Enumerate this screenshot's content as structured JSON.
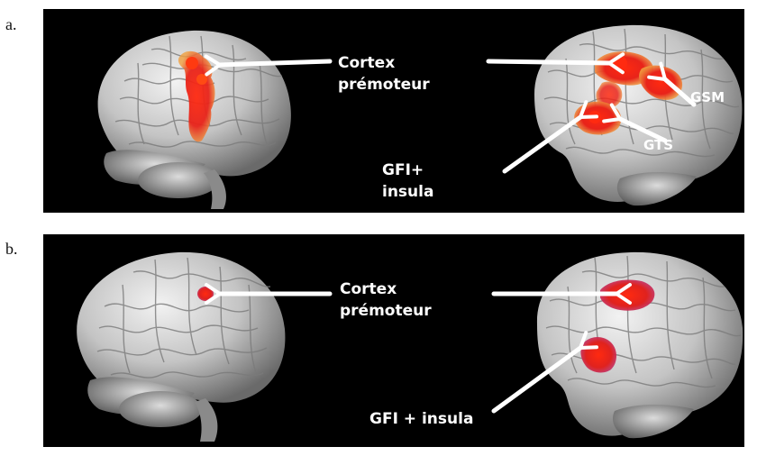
{
  "figure": {
    "panels": [
      {
        "letter": "a.",
        "labels": {
          "premotor_line1": "Cortex",
          "premotor_line2": "prémoteur",
          "ifg_line1": "GFI+",
          "ifg_line2": "insula",
          "gts": "GTS",
          "gsm": "GSM"
        }
      },
      {
        "letter": "b.",
        "labels": {
          "premotor_line1": "Cortex",
          "premotor_line2": "prémoteur",
          "ifg": "GFI + insula"
        }
      }
    ],
    "colors": {
      "background": "#000000",
      "brain": "#c9c9c9",
      "activation": "#e8231a",
      "activation_edge": "#f0a040",
      "activation_b_edge": "#c0306a",
      "arrow": "#ffffff"
    }
  }
}
